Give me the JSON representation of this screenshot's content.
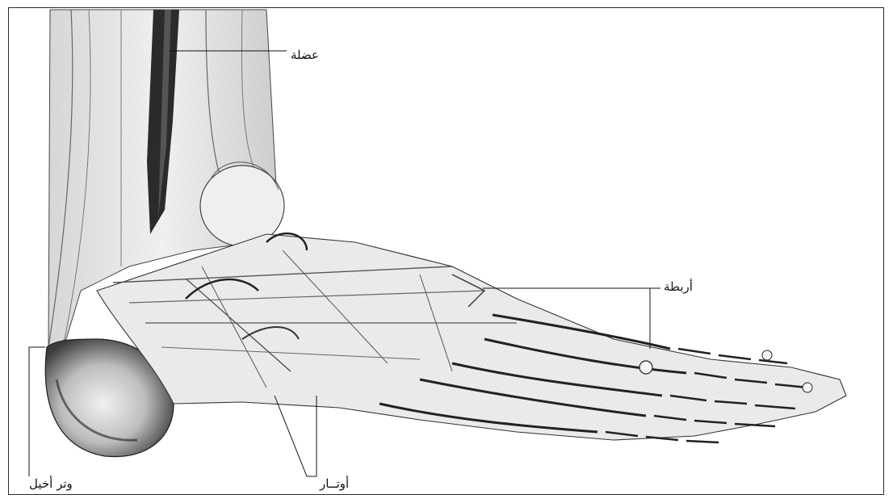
{
  "figure": {
    "labels": {
      "muscle": "عضلة",
      "ligaments": "أربطة",
      "tendons": "أوتــار",
      "achilles_tendon": "وتر أخيل"
    }
  },
  "colors": {
    "ink": "#1a1a1a",
    "tissue": "#e2e2e2",
    "bone": "#f4f4f4",
    "shade": "#6a6a6a"
  }
}
